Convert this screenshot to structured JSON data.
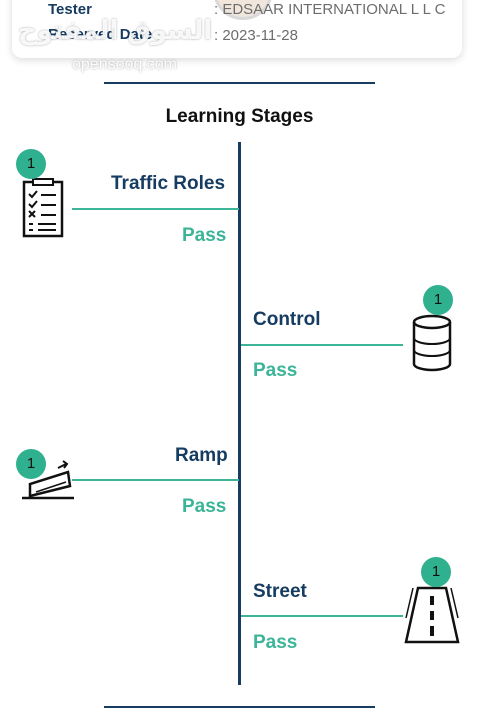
{
  "info": {
    "tester_label": "Tester",
    "tester_value": ": EDSAAR INTERNATIONAL L L C",
    "date_label": "Reserved Date",
    "date_value": ": 2023-11-28"
  },
  "watermark": {
    "arabic": "السوق المفتوح",
    "latin": "opensooq.com"
  },
  "section_title": "Learning Stages",
  "stages": [
    {
      "title": "Traffic Roles",
      "status": "Pass",
      "badge": "1",
      "icon": "checklist-icon"
    },
    {
      "title": "Control",
      "status": "Pass",
      "badge": "1",
      "icon": "barrel-icon"
    },
    {
      "title": "Ramp",
      "status": "Pass",
      "badge": "1",
      "icon": "ramp-icon"
    },
    {
      "title": "Street",
      "status": "Pass",
      "badge": "1",
      "icon": "road-icon"
    }
  ],
  "colors": {
    "navy": "#173c62",
    "green": "#3bb497",
    "badge": "#2fb08f"
  }
}
